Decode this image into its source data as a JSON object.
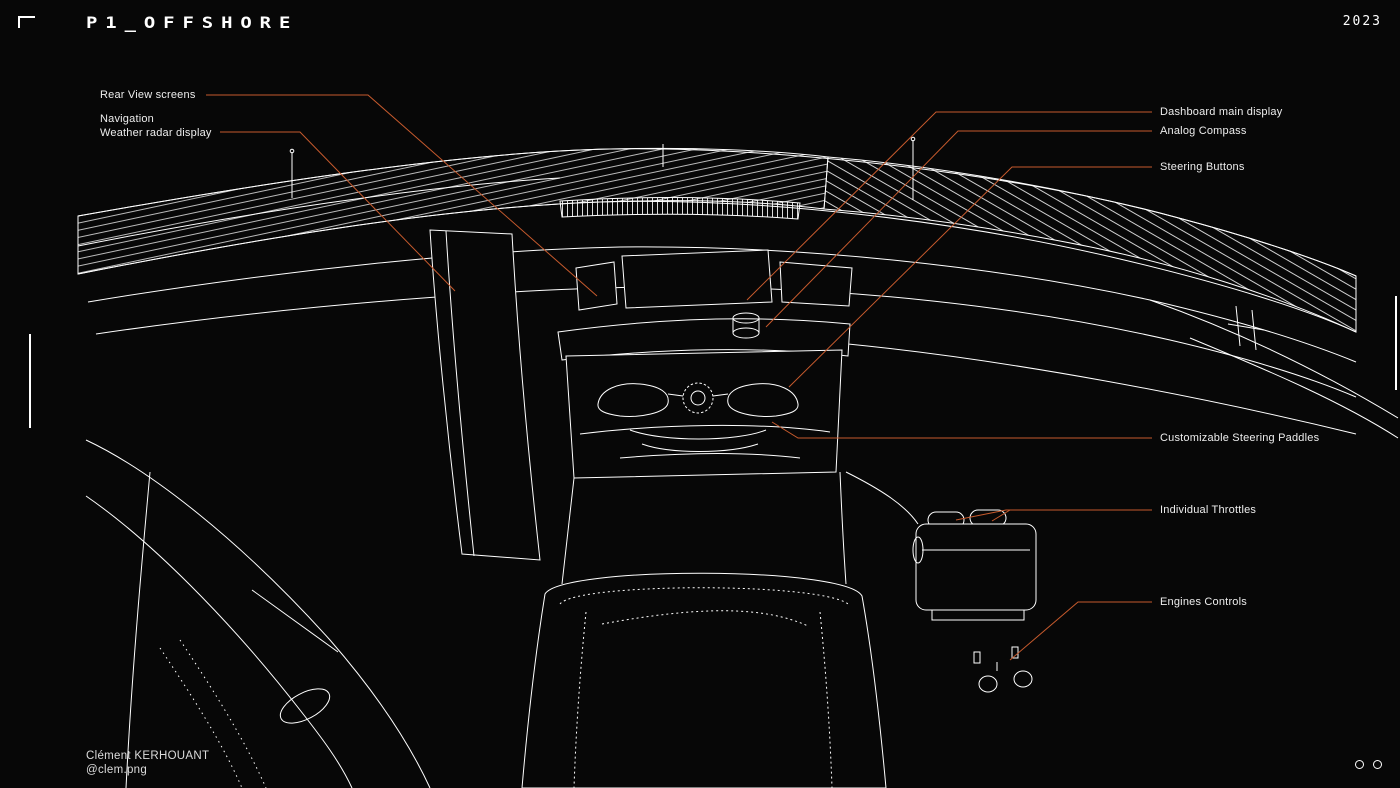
{
  "header": {
    "title": "P1_OFFSHORE",
    "year": "2023"
  },
  "footer": {
    "credit_name": "Clément KERHOUANT",
    "credit_handle": "@clem.png"
  },
  "colors": {
    "background": "#070707",
    "line": "#ffffff",
    "accent": "#c65a2d"
  },
  "callouts": {
    "rear_view_screens": "Rear View screens",
    "navigation": "Navigation",
    "weather_radar": "Weather radar display",
    "dashboard_main_display": "Dashboard main display",
    "analog_compass": "Analog Compass",
    "steering_buttons": "Steering Buttons",
    "steering_paddles": "Customizable Steering Paddles",
    "individual_throttles": "Individual Throttles",
    "engines_controls": "Engines Controls"
  }
}
